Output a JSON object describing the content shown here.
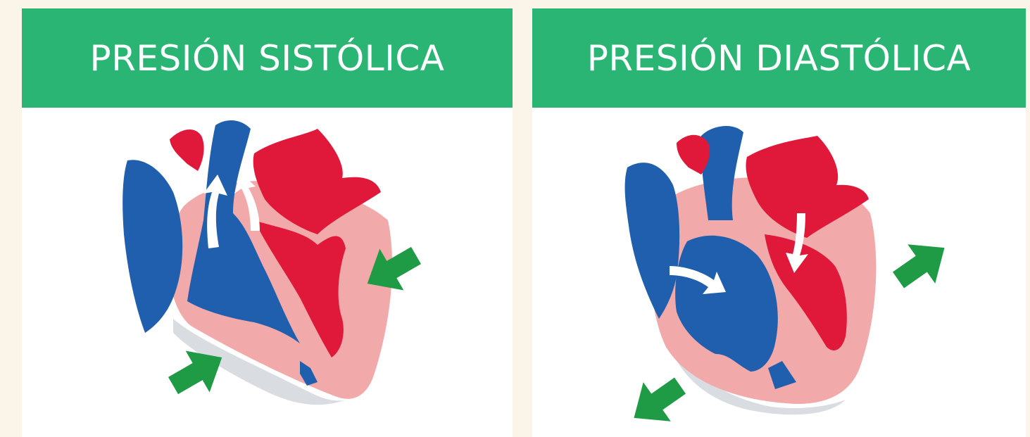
{
  "panels": [
    {
      "title": "PRESIÓN SISTÓLICA",
      "arrow_direction": "inward"
    },
    {
      "title": "PRESIÓN DIASTÓLICA",
      "arrow_direction": "outward"
    }
  ],
  "colors": {
    "background": "#fbf4e8",
    "banner": "#2bb574",
    "title_text": "#ffffff",
    "oxygenated_blood": "#e0193a",
    "deoxygenated_blood": "#1f5fae",
    "heart_muscle": "#f2a9a9",
    "pericardium": "#d9dde2",
    "arrow_green": "#1f9a45",
    "flow_arrow": "#ffffff"
  },
  "icons": [
    "green-arrow-icon",
    "white-flow-arrow-icon"
  ]
}
